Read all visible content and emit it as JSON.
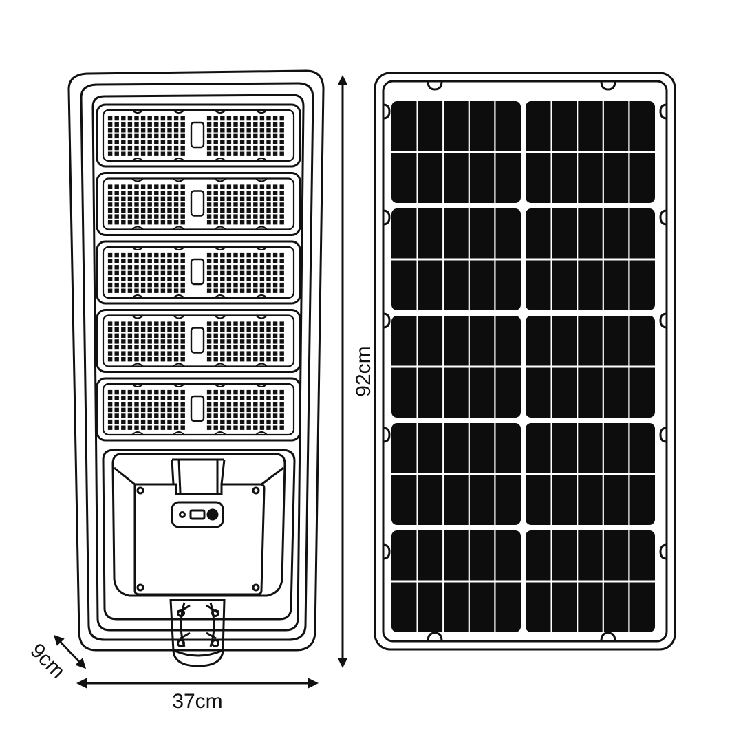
{
  "dimensions": {
    "width_label": "37cm",
    "height_label": "92cm",
    "depth_label": "9cm"
  },
  "lamp": {
    "led_modules": 5
  },
  "solar_panel": {
    "cell_columns": 10,
    "cell_rows": 10
  },
  "colors": {
    "line": "#111111",
    "panel_cell": "#0d0d0d",
    "background": "#ffffff"
  }
}
